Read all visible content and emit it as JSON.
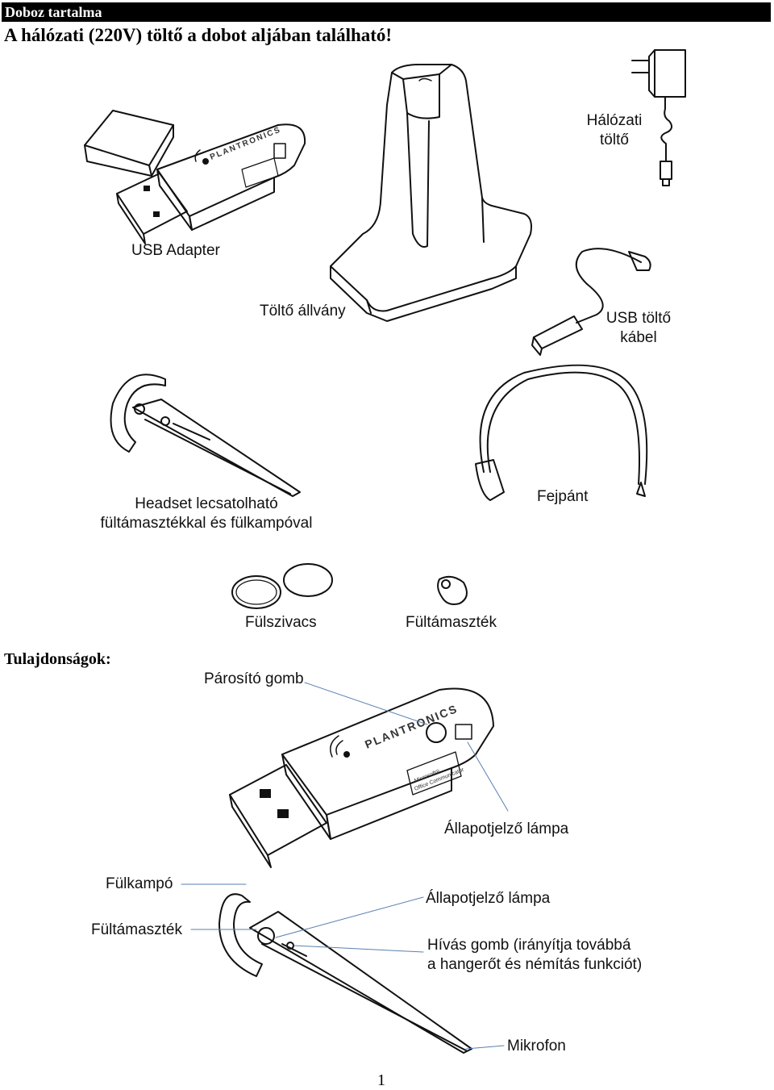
{
  "header": {
    "title": "Doboz tartalma"
  },
  "subtitle": "A hálózati (220V) töltő a dobot aljában található!",
  "labels": {
    "usb_adapter": "USB Adapter",
    "stand": "Töltő állvány",
    "charger_line1": "Hálózati",
    "charger_line2": "töltő",
    "usb_cable_line1": "USB töltő",
    "usb_cable_line2": "kábel",
    "headset_line1": "Headset lecsatolható",
    "headset_line2": "fültámasztékkal és fülkampóval",
    "headband": "Fejpánt",
    "ear_cushion": "Fülszivacs",
    "ear_support": "Fültámaszték"
  },
  "section_title": "Tulajdonságok:",
  "adapter_callouts": {
    "pair_button": "Párosító gomb",
    "status_light": "Állapotjelző lámpa"
  },
  "headset_callouts": {
    "ear_hook": "Fülkampó",
    "ear_support": "Fültámaszték",
    "status_light": "Állapotjelző lámpa",
    "call_button_line1": "Hívás gomb (irányítja továbbá",
    "call_button_line2": "a hangerőt és némítás funkciót)",
    "microphone": "Mikrofon"
  },
  "brand": "PLANTRONICS",
  "adapter_badge_line1": "Microsoft®",
  "adapter_badge_line2": "Office Communicator",
  "page_number": "1"
}
